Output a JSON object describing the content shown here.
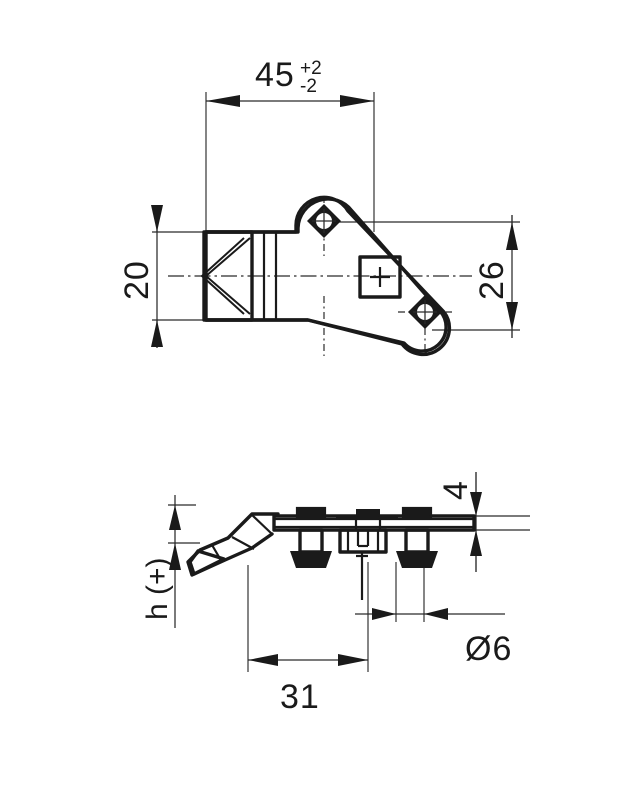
{
  "drawing": {
    "title": "Over-center toggle latch clamp – technical drawing",
    "view_count": 2,
    "line_color": "#1a1a1a",
    "dim_color": "#2b2b2b",
    "background": "#ffffff",
    "views": [
      {
        "name": "top-view",
        "label": ""
      },
      {
        "name": "side-view",
        "label": ""
      }
    ],
    "dimensions": {
      "overall_length": {
        "value": "45",
        "tol_upper": "+2",
        "tol_lower": "-2",
        "name": "length-45-dimension"
      },
      "body_width": {
        "value": "20",
        "name": "width-20-dimension"
      },
      "hole_spacing_vertical": {
        "value": "26",
        "name": "height-26-dimension"
      },
      "plate_thickness": {
        "value": "4",
        "name": "thickness-4-dimension"
      },
      "hook_height": {
        "value": "h (+)",
        "name": "height-h-dimension"
      },
      "bolt_spacing": {
        "value": "31",
        "name": "spacing-31-dimension"
      },
      "hole_diameter": {
        "value": "Ø6",
        "name": "diameter-6-dimension"
      }
    }
  }
}
